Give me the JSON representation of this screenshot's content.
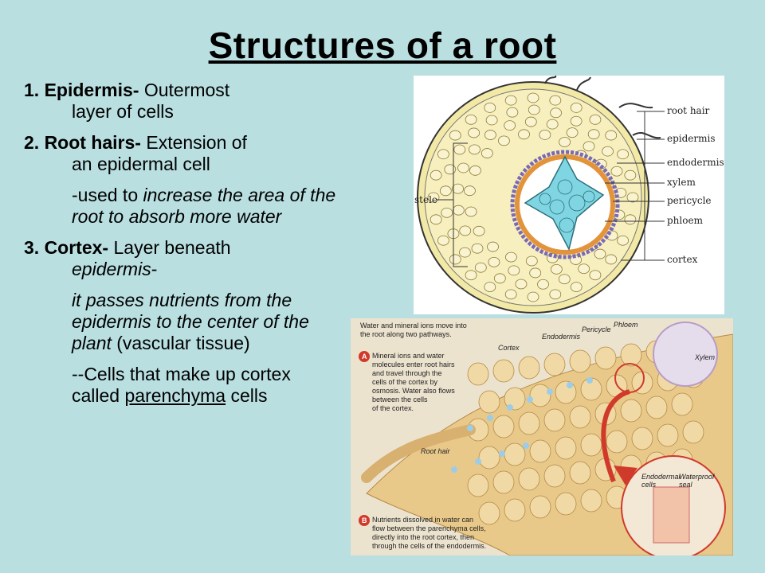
{
  "title": "Structures of a root",
  "points": {
    "p1": {
      "num": "1. Epidermis-",
      "rest": " Outermost",
      "cont": "layer of cells"
    },
    "p2": {
      "num": "2. Root hairs-",
      "rest": " Extension of",
      "cont": "an epidermal cell"
    },
    "p2sub": {
      "pre": "-used to ",
      "em": "increase the area of the root to absorb more water"
    },
    "p3": {
      "num": "3. Cortex-",
      "rest": " Layer beneath",
      "em": "epidermis",
      "dash": "-"
    },
    "p3sub1": {
      "em": "it passes nutrients from the epidermis to the center of the plant",
      "rest": " (vascular tissue)"
    },
    "p3sub2": {
      "pre": "--Cells that make up cortex called ",
      "u": "parenchyma",
      "post": " cells"
    }
  },
  "figure1": {
    "labels": {
      "root_hair": "root hair",
      "epidermis": "epidermis",
      "endodermis": "endodermis",
      "xylem": "xylem",
      "pericycle": "pericycle",
      "phloem": "phloem",
      "cortex": "cortex",
      "stele": "stele"
    }
  },
  "figure2": {
    "intro_1": "Water and mineral ions move into",
    "intro_2": "the root along two pathways.",
    "a_badge": "A",
    "a_1": "Mineral ions and water",
    "a_2": "molecules enter root hairs",
    "a_3": "and travel through the",
    "a_4": "cells of the cortex by",
    "a_5": "osmosis. Water also flows",
    "a_6": "between the cells",
    "a_7": "of the cortex.",
    "b_badge": "B",
    "b_1": "Nutrients dissolved in water can",
    "b_2": "flow between the parenchyma cells,",
    "b_3": "directly into the root cortex, then",
    "b_4": "through the cells of the endodermis.",
    "labels": {
      "phloem": "Phloem",
      "pericycle": "Pericycle",
      "endodermis": "Endodermis",
      "cortex": "Cortex",
      "xylem": "Xylem",
      "root_hair": "Root hair",
      "endodermal_1": "Endodermal",
      "endodermal_2": "cells",
      "waterproof_1": "Waterproof",
      "waterproof_2": "seal"
    }
  },
  "colors": {
    "background": "#b9dfe1",
    "xylem": "#7fd6e2",
    "endodermis": "#7a69b6",
    "pericycle": "#e3933a",
    "cortex": "#f2e9a6"
  }
}
